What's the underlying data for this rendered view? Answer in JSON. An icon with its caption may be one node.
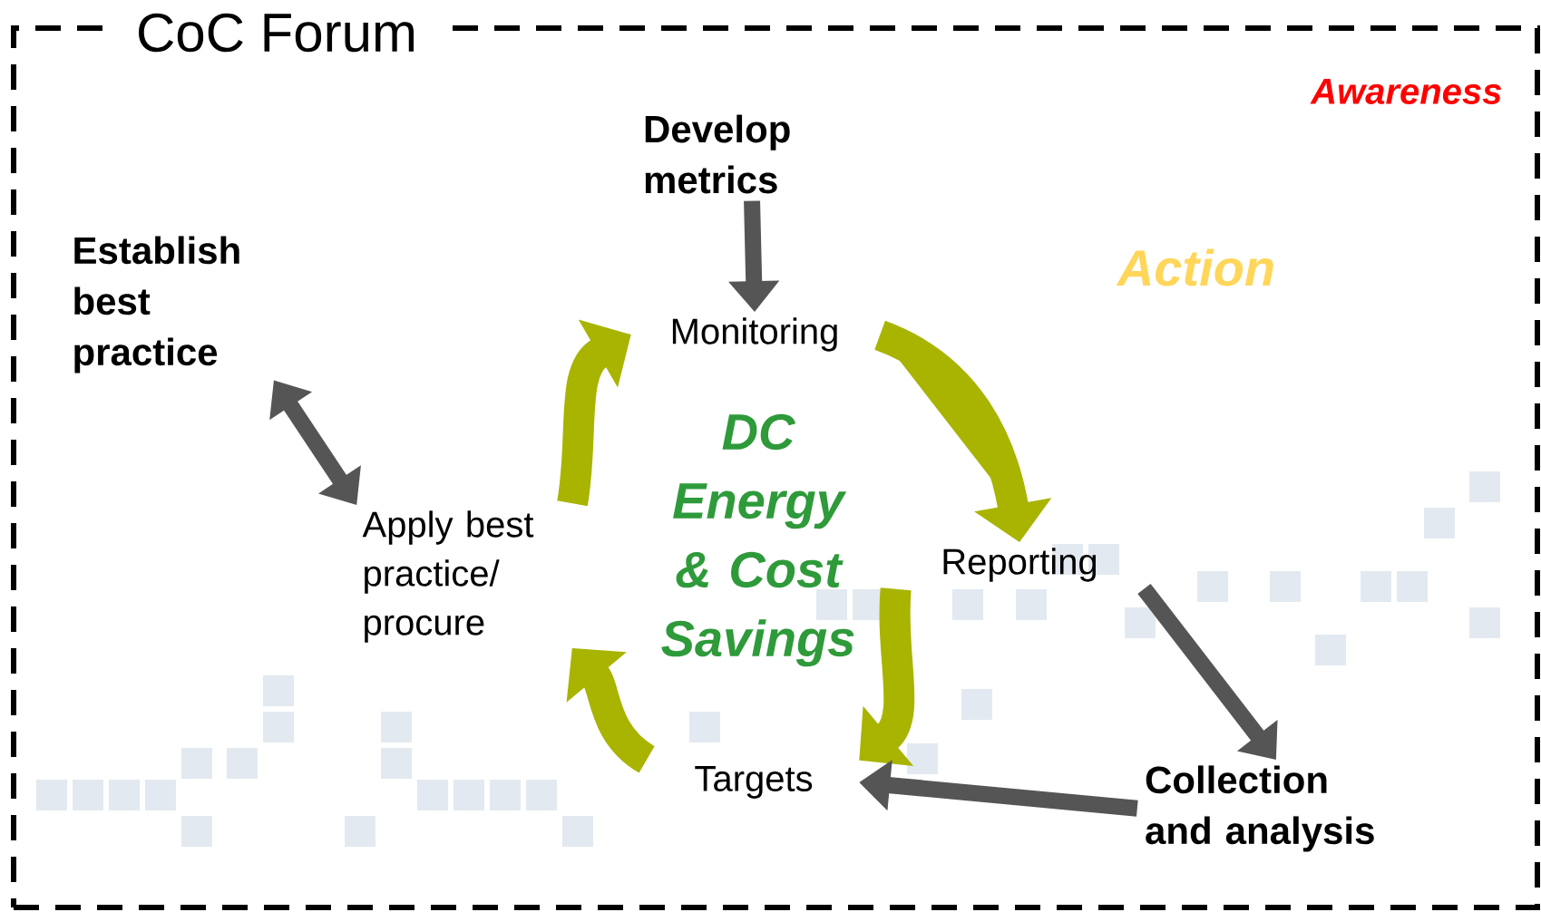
{
  "diagram": {
    "nodes": [
      {
        "text": [
          "CoC Forum"
        ]
      },
      {
        "text": [
          "Develop metrics"
        ],
        "in": 0
      },
      {
        "text": [
          "Monitoring"
        ],
        "in": 0
      },
      {
        "text": [
          "Reporting"
        ],
        "in": 0
      },
      {
        "text": [
          "Targets"
        ],
        "in": 0
      },
      {
        "text": [
          "Apply best practice/ procure"
        ],
        "in": 0
      },
      {
        "text": [
          "Establish best practice"
        ],
        "in": 0
      },
      {
        "text": [
          "Collection and analysis"
        ],
        "in": 0
      }
    ],
    "edges": [
      {
        "from": 1,
        "to": 2,
        "arrow": "to",
        "color": "#555555"
      },
      {
        "from": 2,
        "to": 3,
        "arrow": "to",
        "style": "thick",
        "color": "#a8b400"
      },
      {
        "from": 3,
        "to": 4,
        "arrow": "to",
        "style": "thick",
        "color": "#a8b400"
      },
      {
        "from": 4,
        "to": 5,
        "arrow": "to",
        "style": "thick",
        "color": "#a8b400"
      },
      {
        "from": 5,
        "to": 2,
        "arrow": "to",
        "style": "thick",
        "color": "#a8b400"
      },
      {
        "from": 6,
        "to": 5,
        "arrow": "both",
        "color": "#555555"
      },
      {
        "from": 3,
        "to": 7,
        "arrow": "to",
        "color": "#555555"
      },
      {
        "from": 7,
        "to": 4,
        "arrow": "to",
        "color": "#555555"
      }
    ],
    "labels": [
      "Awareness",
      "Action",
      "DC Energy & Cost Savings"
    ]
  }
}
